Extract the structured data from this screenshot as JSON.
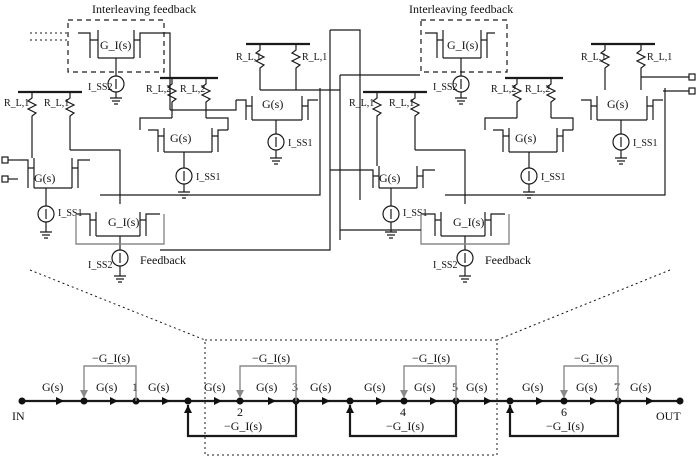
{
  "circuit": {
    "left": {
      "top_label": "Interleaving feedback",
      "top_block": "G_I(s)",
      "mid_block": "G(s)",
      "upper_block": "G(s)",
      "lower_block": "G(s)",
      "feedback_block": "G_I(s)",
      "feedback_label": "Feedback",
      "iss1": "I_SS1",
      "iss2": "I_SS2",
      "rl1": "R_L,1",
      "rl2": "R_L,2"
    },
    "right": {
      "top_label": "Interleaving feedback",
      "top_block": "G_I(s)",
      "mid_block": "G(s)",
      "upper_block": "G(s)",
      "lower_block": "G(s)",
      "feedback_block": "G_I(s)",
      "feedback_label": "Feedback",
      "iss1": "I_SS1",
      "iss2": "I_SS2",
      "rl1": "R_L,1",
      "rl2": "R_L,2"
    }
  },
  "signal_flow": {
    "in_label": "IN",
    "out_label": "OUT",
    "forward_gain": "G(s)",
    "feedback_gain_top": "−G_I(s)",
    "feedback_gain_bottom": "−G_I(s)",
    "node_labels": [
      "1",
      "2",
      "3",
      "4",
      "5",
      "6",
      "7"
    ]
  },
  "colors": {
    "line": "#1a1a1a",
    "feedback_arrow": "#8a8a8a",
    "background": "#ffffff"
  }
}
